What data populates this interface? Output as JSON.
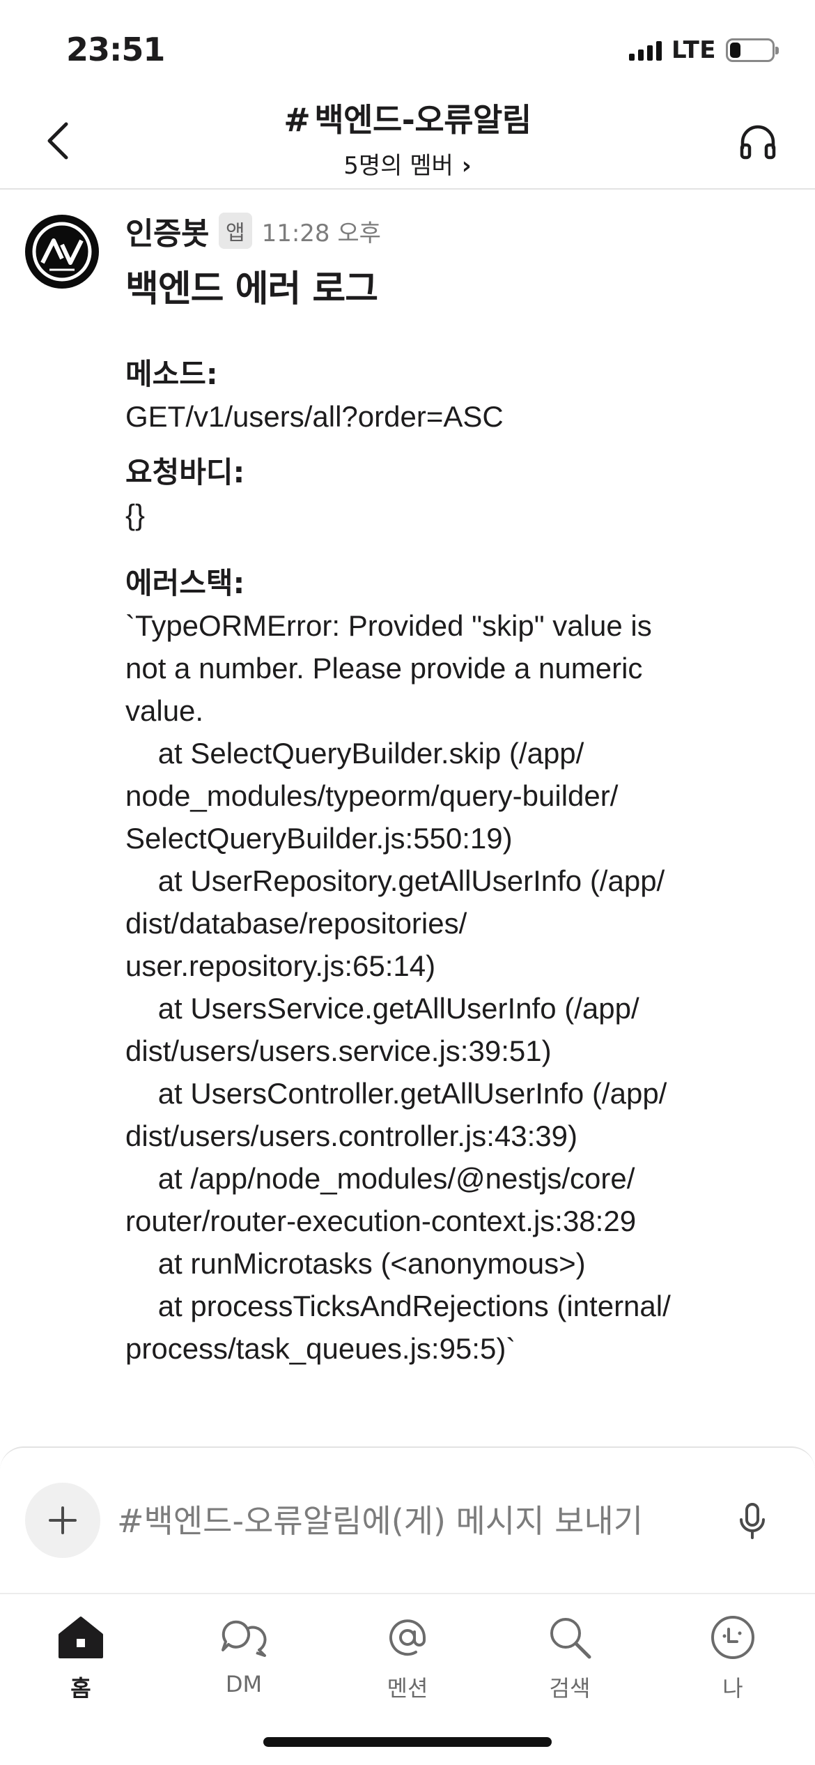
{
  "status": {
    "time": "23:51",
    "network": "LTE",
    "battery_level": 0.25
  },
  "header": {
    "channel_hash": "#",
    "channel_name": "백엔드-오류알림",
    "member_count": "5명의 멤버",
    "member_chevron": "›"
  },
  "message": {
    "sender": "인증봇",
    "badge": "앱",
    "time": "11:28 오후",
    "title": "백엔드 에러 로그",
    "method_label": "메소드:",
    "method_value": "GET/v1/users/all?order=ASC",
    "body_label": "요청바디:",
    "body_value": "{}",
    "stack_label": "에러스택:",
    "stack_value": "`TypeORMError: Provided \"skip\" value is\nnot a number. Please provide a numeric\nvalue.\n    at SelectQueryBuilder.skip (/app/\nnode_modules/typeorm/query-builder/\nSelectQueryBuilder.js:550:19)\n    at UserRepository.getAllUserInfo (/app/\ndist/database/repositories/\nuser.repository.js:65:14)\n    at UsersService.getAllUserInfo (/app/\ndist/users/users.service.js:39:51)\n    at UsersController.getAllUserInfo (/app/\ndist/users/users.controller.js:43:39)\n    at /app/node_modules/@nestjs/core/\nrouter/router-execution-context.js:38:29\n    at runMicrotasks (<anonymous>)\n    at processTicksAndRejections (internal/\nprocess/task_queues.js:95:5)`"
  },
  "composer": {
    "placeholder": "#백엔드-오류알림에(게) 메시지 보내기",
    "value": ""
  },
  "tabs": [
    {
      "label": "홈",
      "icon": "home-icon",
      "active": true
    },
    {
      "label": "DM",
      "icon": "dm-icon",
      "active": false
    },
    {
      "label": "멘션",
      "icon": "mention-icon",
      "active": false
    },
    {
      "label": "검색",
      "icon": "search-icon",
      "active": false
    },
    {
      "label": "나",
      "icon": "profile-icon",
      "active": false
    }
  ],
  "colors": {
    "text": "#1d1c1d",
    "muted": "#7c7c7c",
    "badge_bg": "#e8e8e8"
  }
}
